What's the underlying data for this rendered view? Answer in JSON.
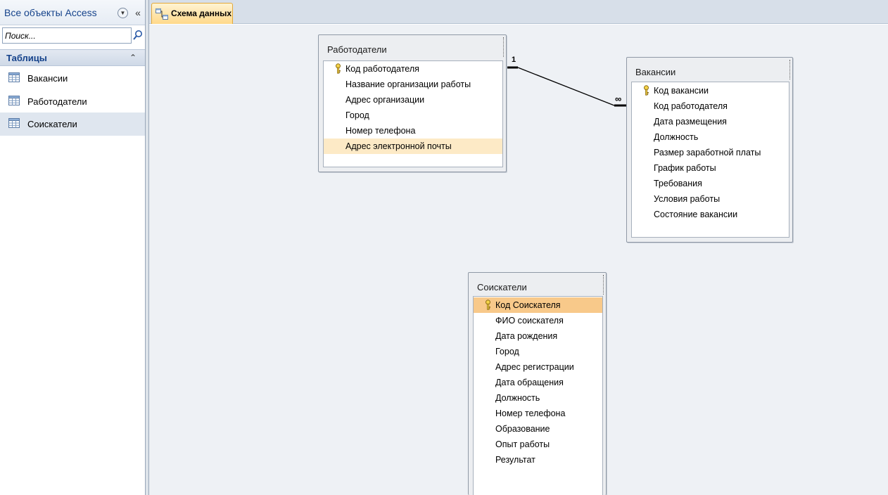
{
  "nav": {
    "title": "Все объекты Access",
    "search_placeholder": "Поиск...",
    "group_title": "Таблицы",
    "items": [
      {
        "label": "Вакансии"
      },
      {
        "label": "Работодатели"
      },
      {
        "label": "Соискатели"
      }
    ],
    "selected_item": "Соискатели"
  },
  "tab": {
    "label": "Схема данных"
  },
  "tables": {
    "employers": {
      "title": "Работодатели",
      "fields": [
        "Код работодателя",
        "Название организации работы",
        "Адрес организации",
        "Город",
        "Номер телефона",
        "Адрес электронной почты"
      ],
      "key_field": "Код работодателя",
      "highlighted_field": "Адрес электронной почты"
    },
    "vacancies": {
      "title": "Вакансии",
      "fields": [
        "Код вакансии",
        "Код работодателя",
        "Дата размещения",
        "Должность",
        "Размер заработной платы",
        "График работы",
        "Требования",
        "Условия работы",
        "Состояние вакансии"
      ],
      "key_field": "Код вакансии"
    },
    "applicants": {
      "title": "Соискатели",
      "fields": [
        "Код Соискателя",
        "ФИО соискателя",
        "Дата рождения",
        "Город",
        "Адрес регистрации",
        "Дата обращения",
        "Должность",
        "Номер телефона",
        "Образование",
        "Опыт работы",
        "Результат"
      ],
      "key_field": "Код Соискателя",
      "selected_field": "Код Соискателя"
    }
  },
  "relationship": {
    "one_side_label": "1",
    "many_side_label": "∞"
  },
  "colors": {
    "accent": "#15428b",
    "tab_active": "#ffd98a",
    "field_highlight": "#fdeac6",
    "field_selected": "#f8c98a"
  }
}
